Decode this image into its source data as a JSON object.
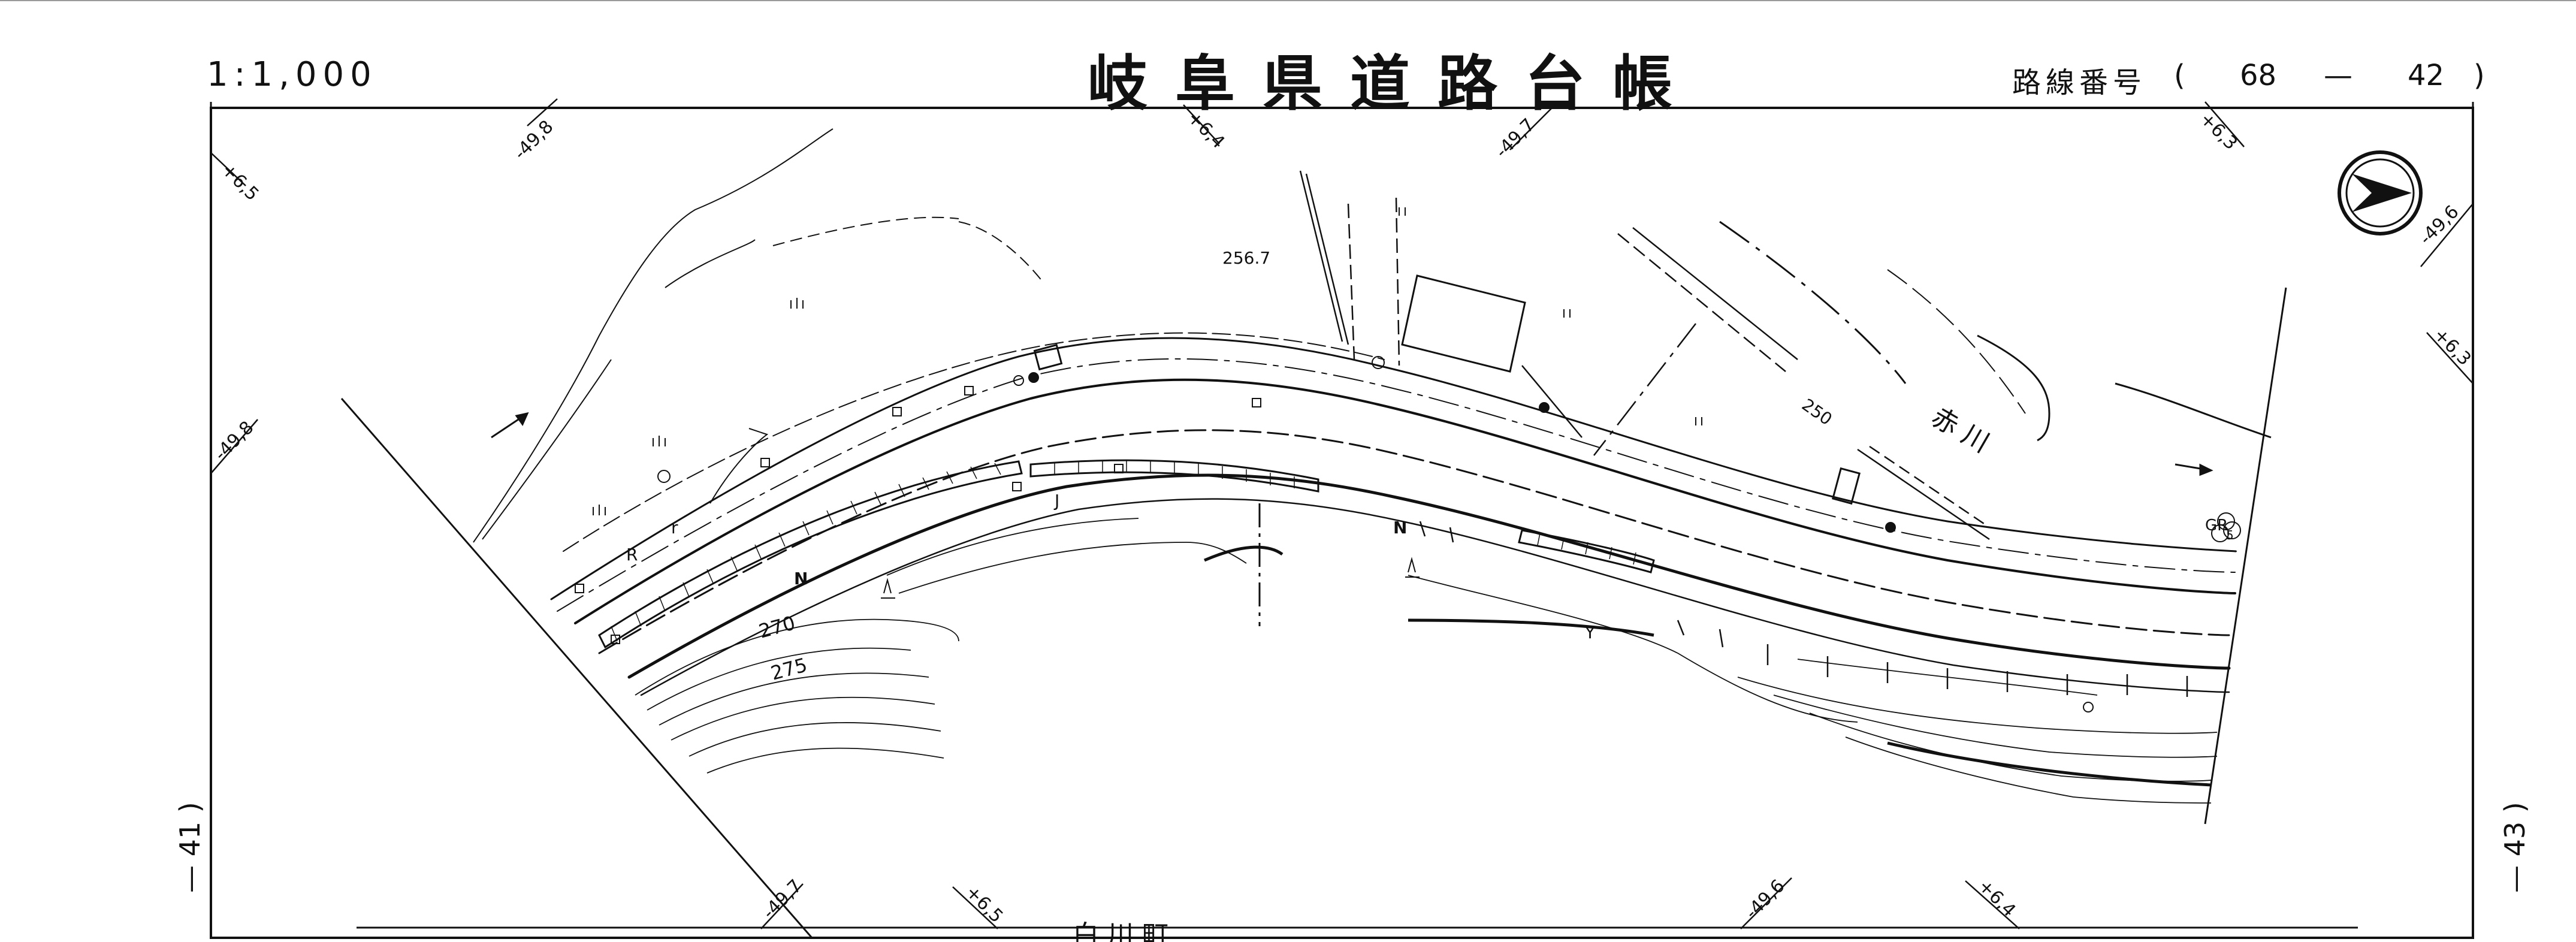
{
  "header": {
    "scale": "1:1,000",
    "title": "岐阜県道路台帳",
    "route_label": "路線番号",
    "route_open": "(",
    "route_number_1": "68",
    "route_dash": "—",
    "route_number_2": "42",
    "route_close": ")"
  },
  "adjacent_sheets": {
    "left": "— 41 )",
    "right": "— 43 )"
  },
  "map": {
    "grid_labels": [
      "-49,8",
      "+6,5",
      "+6,4",
      "-49,7",
      "+6,3",
      "-49,6",
      "+6,3",
      "-49,8",
      "-49,7",
      "+6,5",
      "-49,6",
      "+6,4"
    ],
    "elevation": "256.7",
    "contours": [
      "270",
      "275",
      "250"
    ],
    "river_name": "赤 川",
    "guardrail": "GR",
    "guardrail_sub": "5",
    "town_name": "白 川 町",
    "map_symbols": [
      "N",
      "N",
      "R",
      "r",
      "J",
      "Y"
    ],
    "north_arrow": "compass-north-arrow"
  },
  "colors": {
    "ink": "#111111",
    "paper": "#ffffff"
  }
}
